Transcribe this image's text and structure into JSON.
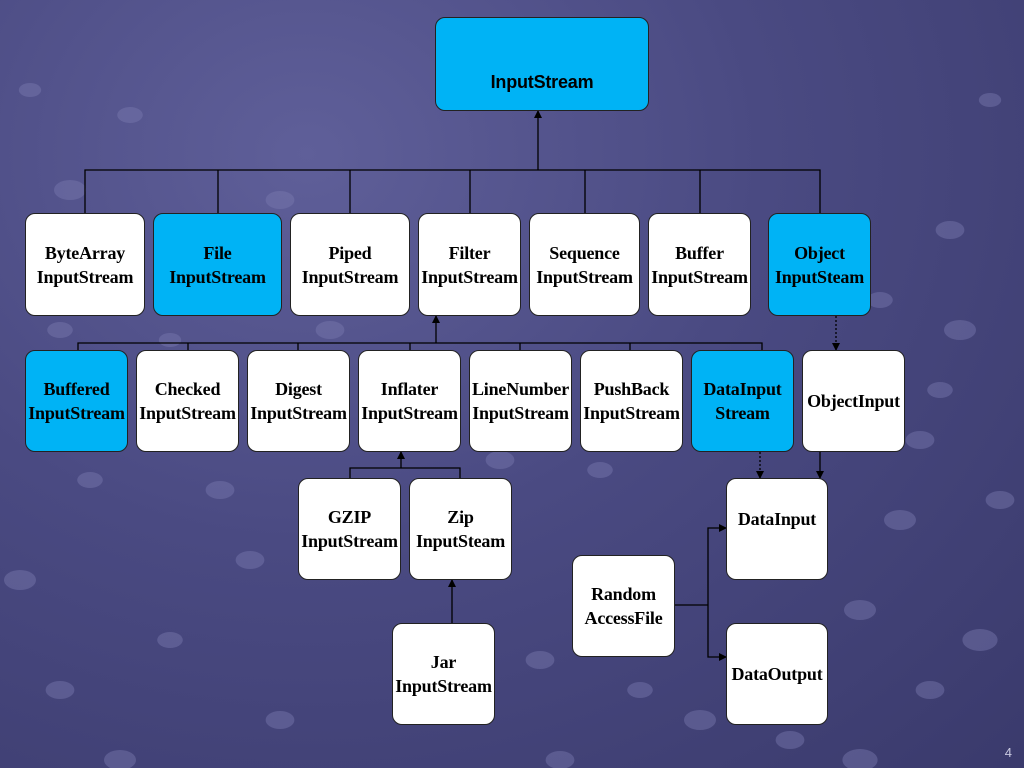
{
  "colors": {
    "highlight": "#00b3f5",
    "box": "#ffffff",
    "background": "#4a4a82"
  },
  "nodes": {
    "root": "InputStream",
    "bytearray": "ByteArray\nInputStream",
    "file": "File\nInputStream",
    "piped": "Piped\nInputStream",
    "filter": "Filter\nInputStream",
    "sequence": "Sequence\nInputStream",
    "buffer": "Buffer\nInputStream",
    "object": "Object\nInputSteam",
    "buffered": "Buffered\nInputStream",
    "checked": "Checked\nInputStream",
    "digest": "Digest\nInputStream",
    "inflater": "Inflater\nInputStream",
    "linenumber": "LineNumber\nInputStream",
    "pushback": "PushBack\nInputStream",
    "datainputstream": "DataInput\nStream",
    "objectinput": "ObjectInput",
    "gzip": "GZIP\nInputStream",
    "zip": "Zip\nInputSteam",
    "jar": "Jar\nInputStream",
    "random": "Random\nAccessFile",
    "datainput": "DataInput",
    "dataoutput": "DataOutput"
  },
  "page_number": "4"
}
